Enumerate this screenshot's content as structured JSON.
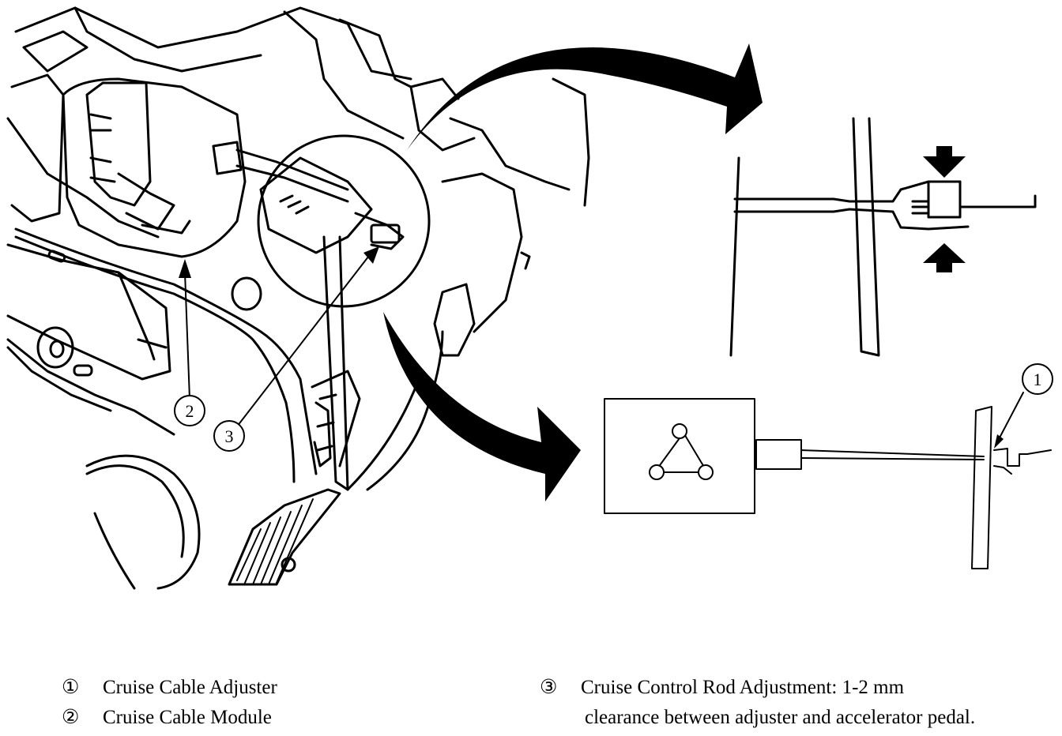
{
  "callouts": {
    "c1": "1",
    "c2": "2",
    "c3": "3"
  },
  "legend": [
    {
      "num": "①",
      "text": "Cruise Cable Adjuster"
    },
    {
      "num": "②",
      "text": "Cruise Cable Module"
    },
    {
      "num": "③",
      "text": "Cruise Control Rod Adjustment: 1-2 mm",
      "cont": "clearance between adjuster and accelerator pedal."
    }
  ]
}
